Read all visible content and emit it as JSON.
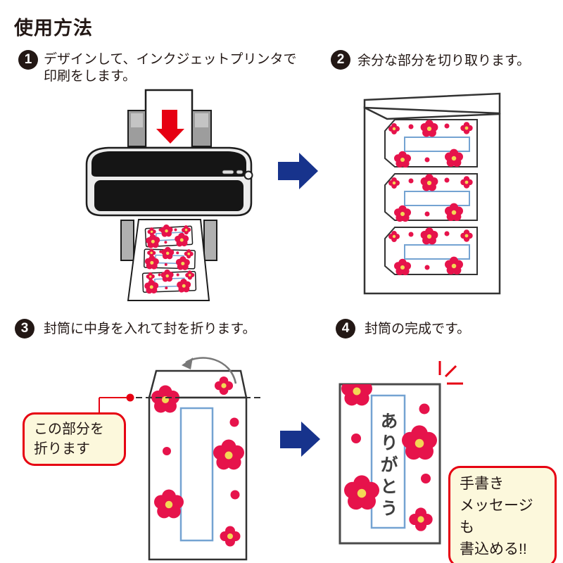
{
  "page": {
    "title": "使用方法"
  },
  "steps": [
    {
      "number": "1",
      "lines": [
        "デザインして、インクジェットプリンタで",
        "印刷をします。"
      ]
    },
    {
      "number": "2",
      "lines": [
        "余分な部分を切り取ります。"
      ]
    },
    {
      "number": "3",
      "lines": [
        "封筒に中身を入れて封を折ります。"
      ]
    },
    {
      "number": "4",
      "lines": [
        "封筒の完成です。"
      ]
    }
  ],
  "callouts": {
    "fold": {
      "lines": [
        "この部分を",
        "折ります"
      ]
    },
    "handwriting": {
      "lines": [
        "手書き",
        "メッセージも",
        "書込める!!"
      ]
    }
  },
  "envelope": {
    "message": "ありがとう"
  },
  "colors": {
    "ink": "#231815",
    "flower_red": "#e6134b",
    "flower_center": "#f3d855",
    "accent_red": "#e60012",
    "arrow_navy": "#17338c",
    "window_blue": "#74a3d2",
    "callout_bg": "#fcf8dc",
    "callout_border": "#e60012",
    "printer_black": "#151515",
    "printer_gray": "#9d9d9d"
  }
}
